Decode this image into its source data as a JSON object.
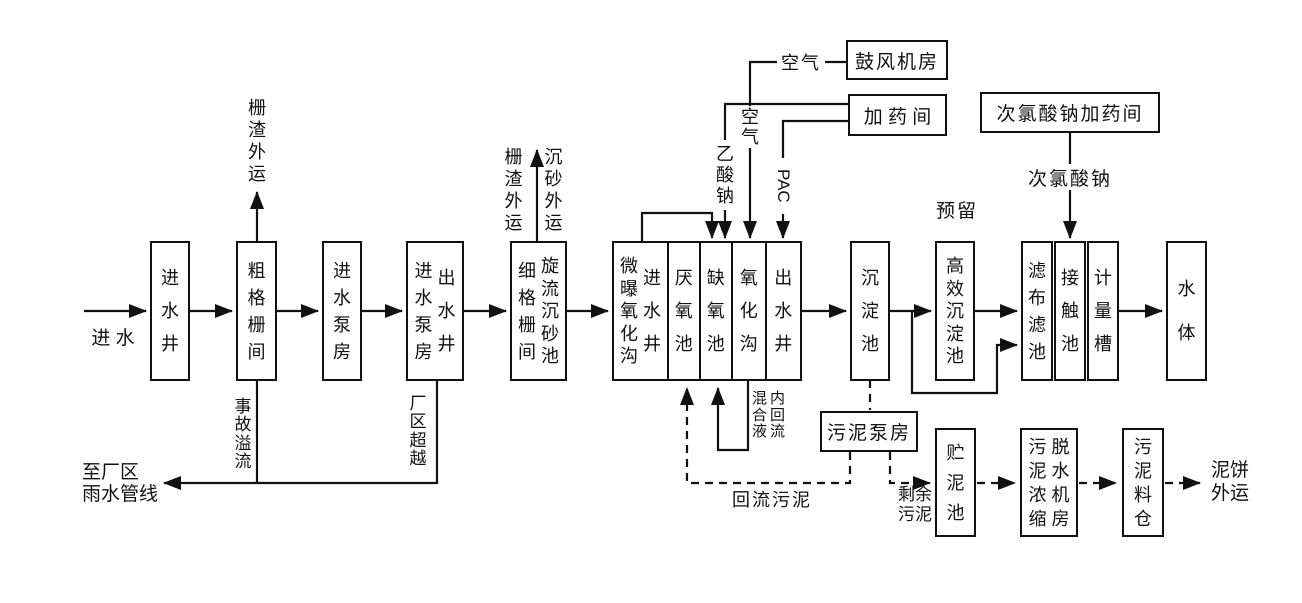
{
  "colors": {
    "line": "#111111",
    "background": "#ffffff"
  },
  "labels": {
    "influent": "进 水",
    "inlet_well": "进水井",
    "coarse_screen_room": "粗格栅间",
    "inlet_pump_station": "进水泵房",
    "outlet_well": "出水井",
    "fine_screen_room": "细格栅间",
    "vortex_grit_chamber": "旋流沉砂池",
    "screenings_removal": "栅渣外运",
    "grit_removal": "沉砂外运",
    "micro_aeration_oxidation_ditch": "微曝氧化沟",
    "anaerobic_tank": "厌氧池",
    "anoxic_tank": "缺氧池",
    "oxidation_ditch": "氧化沟",
    "sedimentation_tank": "沉淀池",
    "high_efficiency_sedimentation_tank": "高效沉淀池",
    "cloth_media_filter": "滤布滤池",
    "contact_tank": "接触池",
    "measuring_tank": "计量槽",
    "water_body": "水体",
    "blower_room": "鼓风机房",
    "dosing_room": "加 药 间",
    "hypochlorite_dosing_room": "次氯酸钠加药间",
    "sodium_hypochlorite": "次氯酸钠",
    "air": "空气",
    "sodium_acetate": "乙酸钠",
    "pac": "PAC",
    "reserved": "预留",
    "accident_overflow": "事故溢流",
    "plant_bypass": "厂区超越",
    "to_plant_rainwater_line": "至厂区\n雨水管线",
    "mixed_liquor": "混合液",
    "internal_recycle": "内回流",
    "return_sludge": "回流污泥",
    "excess_sludge": "剩余\n污泥",
    "sludge_pump_station": "污泥泵房",
    "sludge_storage_tank": "贮泥池",
    "sludge_thickening": "污泥浓缩",
    "dewatering_room": "脱水机房",
    "sludge_silo": "污泥料仓",
    "sludge_cake_removal": "泥饼\n外运"
  }
}
